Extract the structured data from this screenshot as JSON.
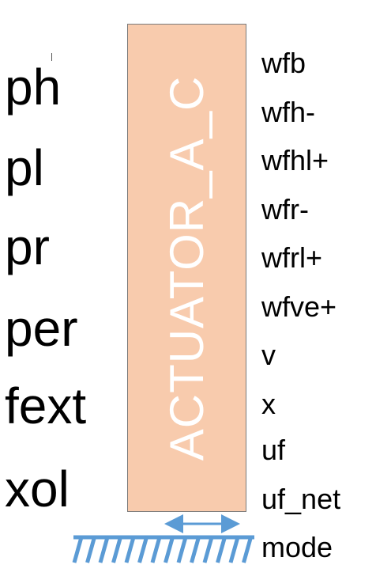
{
  "colors": {
    "block_fill": "#f8cbad",
    "block_border": "#7a7a7a",
    "ground_and_arrow": "#5b9bd5",
    "text": "#000000",
    "block_title_text": "#ffffff"
  },
  "block": {
    "title": "ACTUATOR_A_C"
  },
  "inputs": [
    "ph",
    "pl",
    "pr",
    "per",
    "fext",
    "xol"
  ],
  "outputs": [
    "wfb",
    "wfh-",
    "wfhl+",
    "wfr-",
    "wfrl+",
    "wfve+",
    "v",
    "x",
    "uf",
    "uf_net",
    "mode"
  ],
  "icons": {
    "motion_arrow": "double-headed-arrow-icon",
    "ground": "hatched-ground-icon"
  }
}
